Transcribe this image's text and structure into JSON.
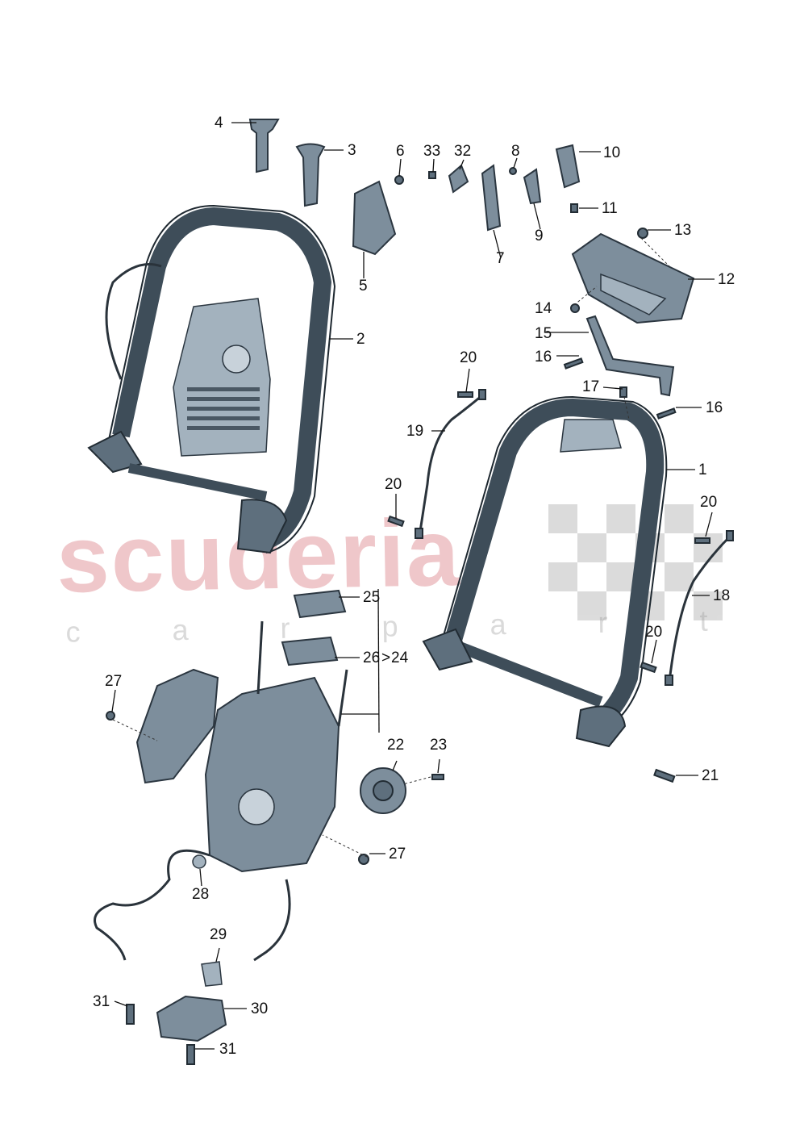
{
  "watermark": {
    "brand": "scuderia",
    "tagline": "c a r p a r t s"
  },
  "colors": {
    "part": "#7d8e9c",
    "part_dark": "#5e6f7d",
    "watermark": "#e39aa0"
  },
  "labels": {
    "l1": "1",
    "l2": "2",
    "l3": "3",
    "l4": "4",
    "l5": "5",
    "l6": "6",
    "l7": "7",
    "l8": "8",
    "l9": "9",
    "l10": "10",
    "l11": "11",
    "l12": "12",
    "l13": "13",
    "l14": "14",
    "l15": "15",
    "l16a": "16",
    "l16b": "16",
    "l17": "17",
    "l18": "18",
    "l19": "19",
    "l20a": "20",
    "l20b": "20",
    "l20c": "20",
    "l20d": "20",
    "l21": "21",
    "l22": "22",
    "l23": "23",
    "l24": "24",
    "l25": "25",
    "l26": "26",
    "l27a": "27",
    "l27b": "27",
    "l28": "28",
    "l29": "29",
    "l30": "30",
    "l31a": "31",
    "l31b": "31",
    "l32": "32",
    "l33": "33"
  }
}
